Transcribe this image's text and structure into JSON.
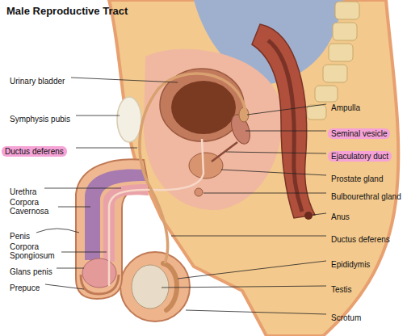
{
  "diagram": {
    "title": "Male Reproductive Tract",
    "labels": [
      "Urinary bladder",
      "Symphysis pubis",
      "Ductus deferens",
      "Urethra",
      "Corpora Cavernosa",
      "Penis",
      "Corpora Spongiosum",
      "Glans penis",
      "Prepuce",
      "Ampulla",
      "Seminal vesicle",
      "Ejaculatory duct",
      "Prostate gland",
      "Bulbourethral gland",
      "Anus",
      "Ductus deferens",
      "Epididymis",
      "Testis",
      "Scrotum"
    ]
  }
}
